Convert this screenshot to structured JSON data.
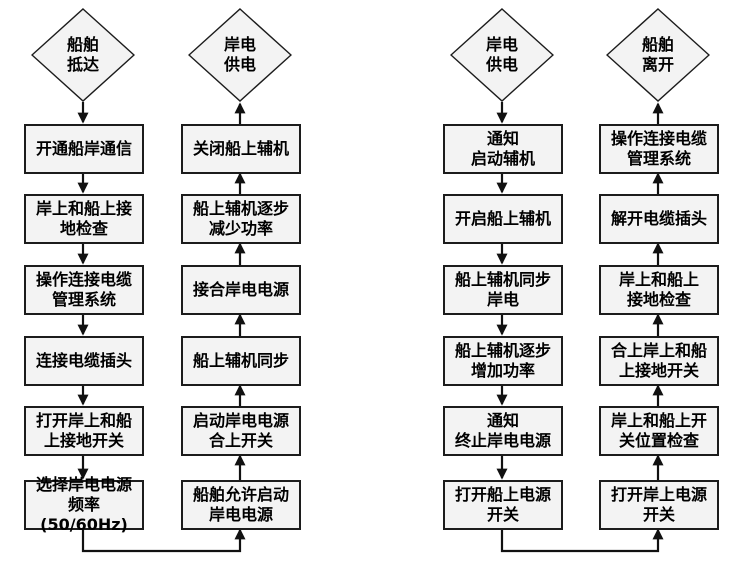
{
  "colors": {
    "node_fill": "#f3f3f3",
    "node_border": "#1c1c1c",
    "arrow": "#111111",
    "background": "#ffffff",
    "text": "#000000"
  },
  "columns": [
    {
      "name": "ship-arrival-sequence",
      "direction": "down",
      "terminal": {
        "label": "船舶\n抵达",
        "position": "top"
      },
      "steps": [
        "开通船岸通信",
        "岸上和船上接\n地检查",
        "操作连接电缆\n管理系统",
        "连接电缆插头",
        "打开岸上和船\n上接地开关",
        "选择岸电电源\n频率(50/60Hz)"
      ]
    },
    {
      "name": "shore-power-on-sequence",
      "direction": "up",
      "terminal": {
        "label": "岸电\n供电",
        "position": "top"
      },
      "steps": [
        "关闭船上辅机",
        "船上辅机逐步\n减少功率",
        "接合岸电电源",
        "船上辅机同步",
        "启动岸电电源\n合上开关",
        "船舶允许启动\n岸电电源"
      ]
    },
    {
      "name": "shore-power-off-sequence",
      "direction": "down",
      "terminal": {
        "label": "岸电\n供电",
        "position": "top"
      },
      "steps": [
        "通知\n启动辅机",
        "开启船上辅机",
        "船上辅机同步\n岸电",
        "船上辅机逐步\n增加功率",
        "通知\n终止岸电电源",
        "打开船上电源\n开关"
      ]
    },
    {
      "name": "ship-departure-sequence",
      "direction": "up",
      "terminal": {
        "label": "船舶\n离开",
        "position": "top"
      },
      "steps": [
        "操作连接电缆\n管理系统",
        "解开电缆插头",
        "岸上和船上\n接地检查",
        "合上岸上和船\n上接地开关",
        "岸上和船上开\n关位置检查",
        "打开岸上电源\n开关"
      ]
    }
  ]
}
